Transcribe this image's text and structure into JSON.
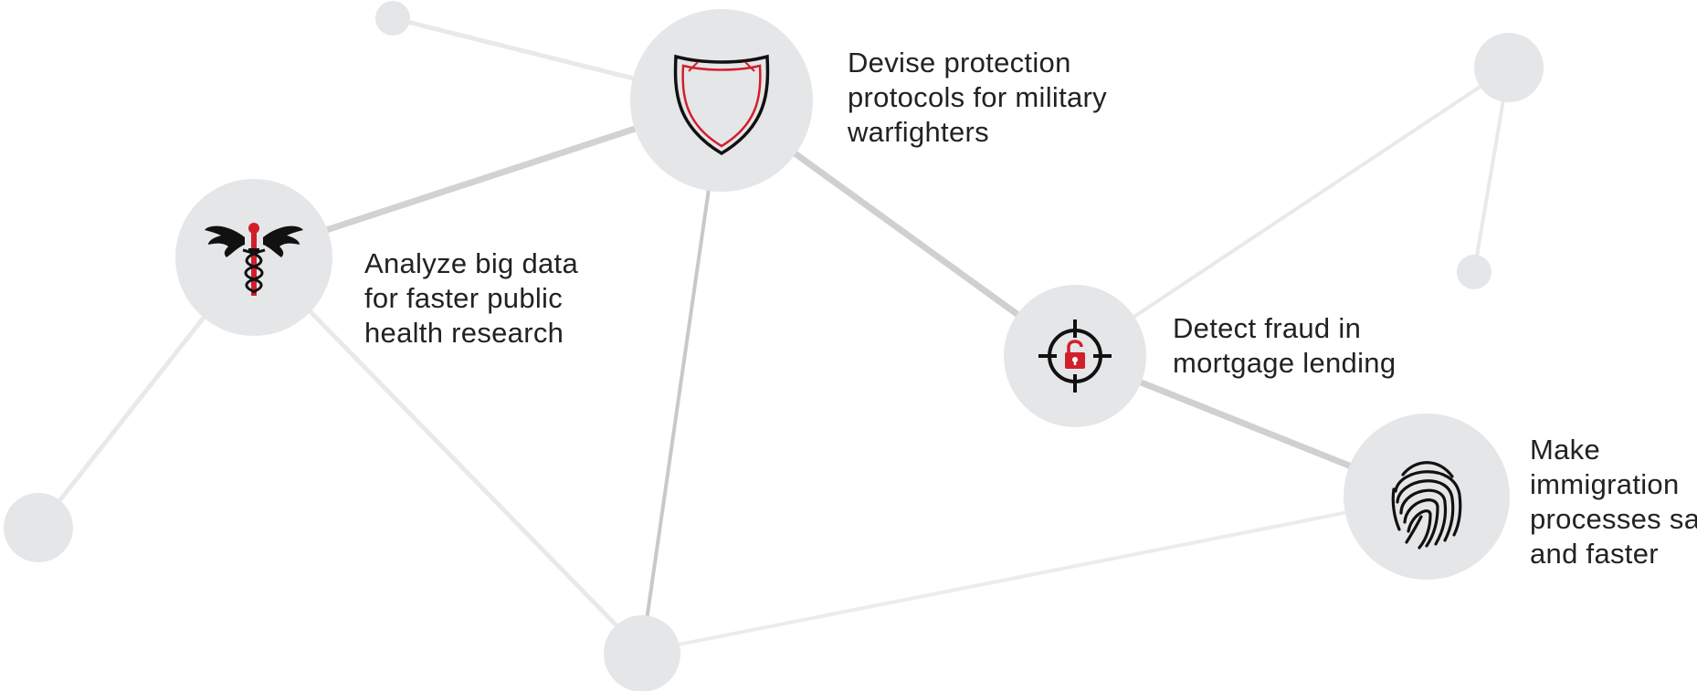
{
  "colors": {
    "node_fill": "#e5e6e8",
    "accent_red": "#d21f2b",
    "icon_black": "#111111",
    "edge_light": "#e9e9e9",
    "edge_dark": "#cfcfcf",
    "text": "#222222"
  },
  "nodes": [
    {
      "id": "health",
      "icon": "caduceus-icon",
      "label": "Analyze big data\nfor faster public\nhealth research"
    },
    {
      "id": "military",
      "icon": "shield-icon",
      "label": "Devise protection\nprotocols for military\nwarfighters"
    },
    {
      "id": "fraud",
      "icon": "target-lock-icon",
      "label": "Detect fraud in\nmortgage lending"
    },
    {
      "id": "immigration",
      "icon": "fingerprint-icon",
      "label": "Make\nimmigration\nprocesses safer\nand faster"
    }
  ]
}
